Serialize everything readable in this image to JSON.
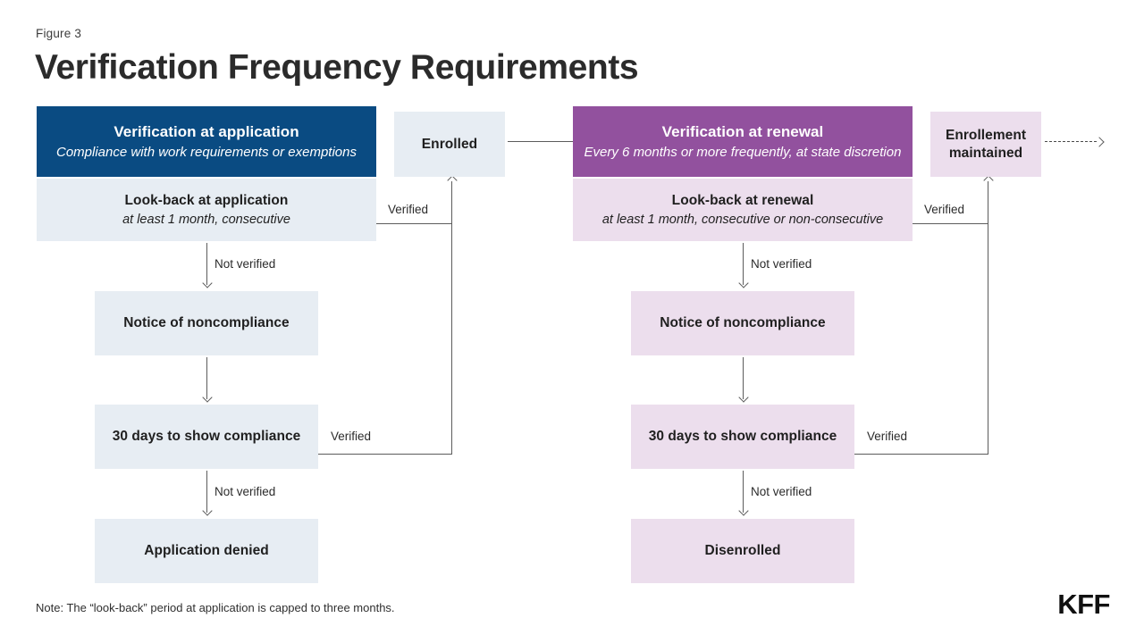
{
  "figure": {
    "label": "Figure  3",
    "title": "Verification Frequency Requirements"
  },
  "colors": {
    "application_header": "#0a4b82",
    "renewal_header": "#92519e",
    "application_fill": "#e7edf3",
    "renewal_fill": "#ecdeed",
    "connector": "#5c5c5c"
  },
  "flow": {
    "application_column": {
      "header": {
        "title": "Verification at application",
        "subtitle": "Compliance with work requirements or exemptions"
      },
      "lookback": {
        "title": "Look-back at application",
        "subtitle": "at least 1 month, consecutive"
      },
      "steps": [
        {
          "label": "Notice of noncompliance"
        },
        {
          "label": "30 days to show compliance"
        },
        {
          "label": "Application denied"
        }
      ],
      "edges": {
        "lookback_to_notice": "Not verified",
        "notice_to_30days": "",
        "30days_to_denied": "Not verified",
        "lookback_verified": "Verified",
        "30days_verified": "Verified"
      }
    },
    "renewal_column": {
      "header": {
        "title": "Verification at renewal",
        "subtitle": "Every 6 months or more frequently, at state discretion"
      },
      "lookback": {
        "title": "Look-back at renewal",
        "subtitle": "at least 1 month, consecutive or non-consecutive"
      },
      "steps": [
        {
          "label": "Notice of noncompliance"
        },
        {
          "label": "30 days to show compliance"
        },
        {
          "label": "Disenrolled"
        }
      ],
      "edges": {
        "lookback_to_notice": "Not verified",
        "notice_to_30days": "",
        "30days_to_disenrolled": "Not verified",
        "lookback_verified": "Verified",
        "30days_verified": "Verified"
      }
    },
    "enrolled_box": {
      "label": "Enrolled"
    },
    "maintained_box": {
      "line1": "Enrollement",
      "line2": "maintained"
    }
  },
  "footer": {
    "note": "Note: The “look-back” period at application is capped to three months.",
    "logo": "KFF"
  }
}
